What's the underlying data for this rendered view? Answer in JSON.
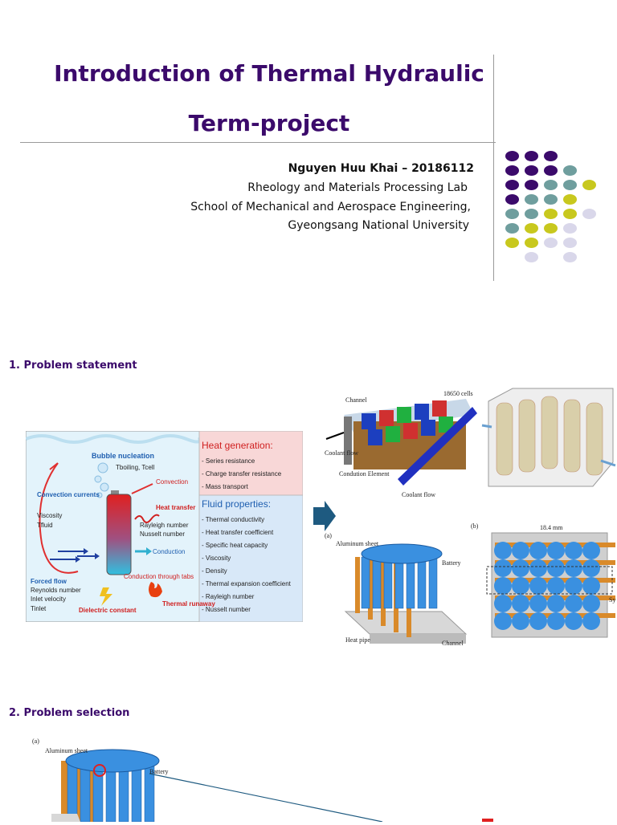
{
  "header": {
    "title_line1": "Introduction of Thermal Hydraulic",
    "title_line2": "Term-project",
    "author": "Nguyen Huu Khai – 20186112",
    "affiliation1": "Rheology and Materials Processing Lab",
    "affiliation2": "School of Mechanical and Aerospace Engineering,",
    "affiliation3": "Gyeongsang National University"
  },
  "colors": {
    "purple": "#3b0a6b",
    "teal": "#6f9e9e",
    "olive": "#c8c81e",
    "lavender": "#d9d7ea"
  },
  "sections": {
    "s1": "1. Problem statement",
    "s2": "2. Problem selection"
  },
  "diagram": {
    "bubble": "Bubble nucleation",
    "tboil": "Tboiling, Tcell",
    "convection": "Convection",
    "conv_currents": "Convection currents",
    "viscosity": "Viscosity",
    "tfluid": "Tfluid",
    "heat_transfer": "Heat transfer",
    "rayleigh": "Rayleigh number",
    "nusselt": "Nusselt number",
    "conduction": "Conduction",
    "forced_flow": "Forced flow",
    "reynolds": "Reynolds number",
    "inlet_velocity": "Inlet velocity",
    "tinlet": "Tinlet",
    "cond_tabs": "Conduction through tabs",
    "dielectric": "Dielectric constant",
    "thermal_runaway": "Thermal runaway",
    "heat_gen_title": "Heat generation:",
    "heat_gen_items": [
      "- Series resistance",
      "- Charge transfer resistance",
      "- Mass transport"
    ],
    "fluid_title": "Fluid properties:",
    "fluid_items": [
      "- Thermal conductivity",
      "- Heat transfer coefficient",
      "- Specific heat capacity",
      "- Viscosity",
      "- Density",
      "- Thermal expansion coefficient",
      "- Rayleigh number",
      "- Nusselt number"
    ]
  },
  "fig_top": {
    "channel": "Channel",
    "cells": "18650 cells",
    "coolant1": "Coolant flow",
    "element": "Condution Element",
    "coolant2": "Coolant flow"
  },
  "fig_a": {
    "tag": "(a)",
    "aluminum": "Aluminum sheet",
    "battery": "Battery",
    "heat_pipe": "Heat pipe",
    "channel": "Channel"
  },
  "fig_b": {
    "tag": "(b)",
    "dim": "18.4 mm",
    "sym": "Sy"
  },
  "fig_sel": {
    "tag": "(a)",
    "aluminum": "Aluminum sheet",
    "battery": "Battery"
  }
}
